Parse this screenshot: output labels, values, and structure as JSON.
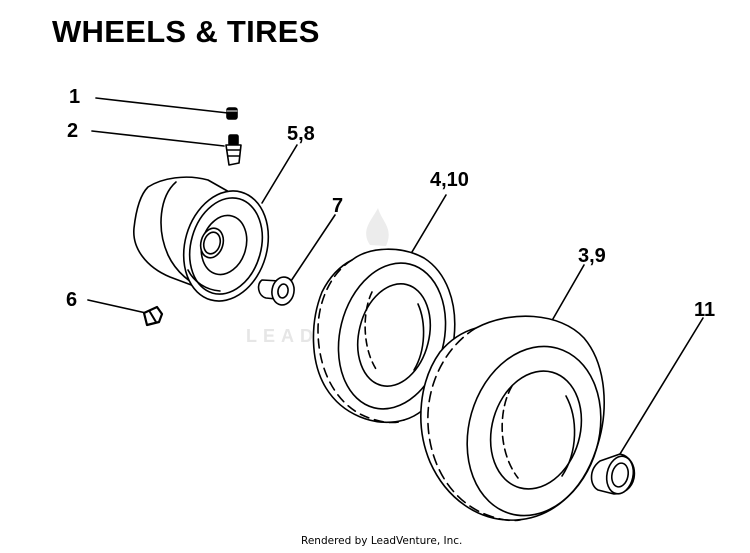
{
  "diagram": {
    "title": "WHEELS & TIRES",
    "callouts": [
      {
        "id": "c1",
        "label": "1"
      },
      {
        "id": "c2",
        "label": "2"
      },
      {
        "id": "c58",
        "label": "5,8"
      },
      {
        "id": "c7",
        "label": "7"
      },
      {
        "id": "c410",
        "label": "4,10"
      },
      {
        "id": "c39",
        "label": "3,9"
      },
      {
        "id": "c6",
        "label": "6"
      },
      {
        "id": "c11",
        "label": "11"
      }
    ],
    "watermark": "LEADVENTURE",
    "footer": "Rendered by LeadVenture, Inc."
  },
  "colors": {
    "ink": "#000000",
    "watermark": "#e6e6e6",
    "background": "#ffffff"
  }
}
